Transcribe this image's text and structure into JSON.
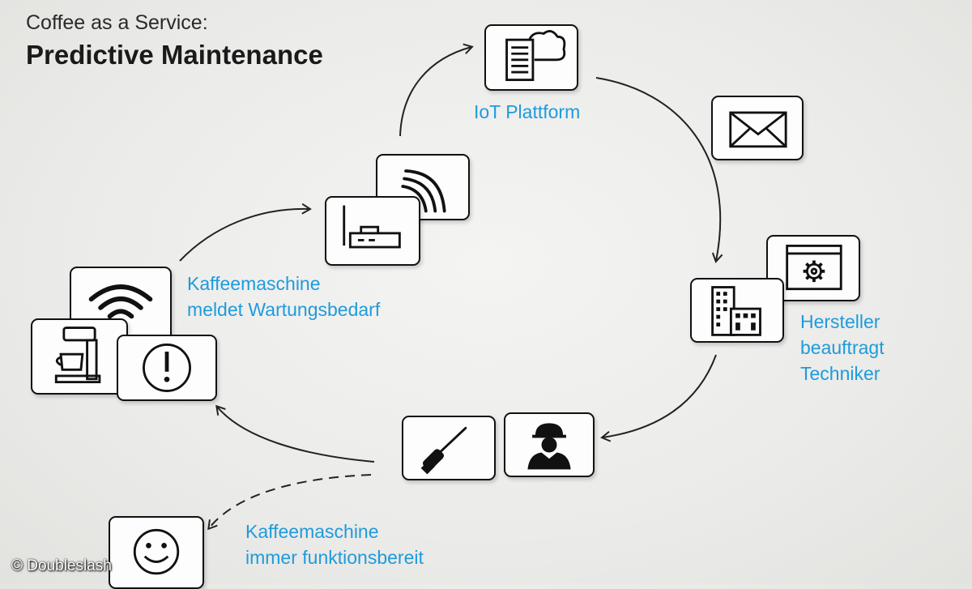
{
  "header": {
    "subtitle": "Coffee as a Service:",
    "title": "Predictive Maintenance"
  },
  "steps": {
    "iot_platform": "IoT Plattform",
    "machine_reports": [
      "Kaffeemaschine",
      "meldet Wartungsbedarf"
    ],
    "manufacturer": [
      "Hersteller",
      "beauftragt",
      "Techniker"
    ],
    "always_ready": [
      "Kaffeemaschine",
      "immer funktionsbereit"
    ]
  },
  "icons": [
    "wifi-icon",
    "coffee-machine-icon",
    "exclamation-icon",
    "router-icon",
    "signal-icon",
    "server-cloud-icon",
    "envelope-icon",
    "building-icon",
    "gear-window-icon",
    "technician-icon",
    "screwdriver-icon",
    "smiley-icon"
  ],
  "colors": {
    "accent": "#1e9bdc",
    "ink": "#111111"
  },
  "copyright": "© Doubleslash"
}
